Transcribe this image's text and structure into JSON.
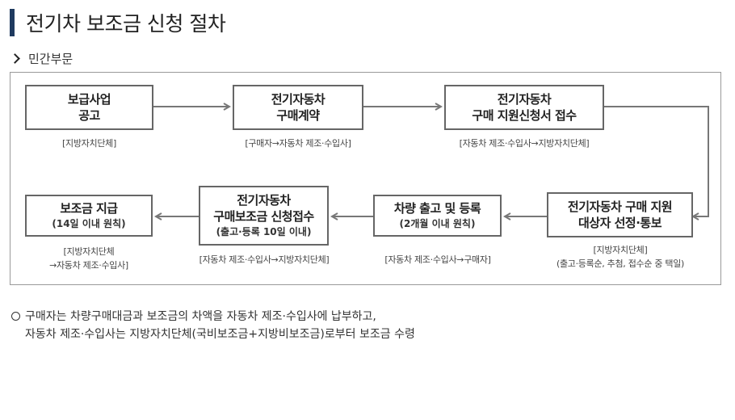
{
  "title": "전기차 보조금 신청 절차",
  "section": "민간부문",
  "steps": [
    {
      "line1": "보급사업",
      "line2": "공고",
      "caption1": "[지방자치단체]",
      "caption2": ""
    },
    {
      "line1": "전기자동차",
      "line2": "구매계약",
      "caption1": "[구매자→자동차 제조·수입사]",
      "caption2": ""
    },
    {
      "line1": "전기자동차",
      "line2": "구매 지원신청서 접수",
      "caption1": "[자동차 제조·수입사→지방자치단체]",
      "caption2": ""
    },
    {
      "line1": "전기자동차 구매 지원",
      "line2": "대상자 선정·통보",
      "caption1": "[지방자치단체]",
      "caption2": "(출고·등록순, 추첨, 접수순 중 택일)"
    },
    {
      "line1": "차량 출고 및 등록",
      "line2": "(2개월 이내 원칙)",
      "caption1": "[자동차 제조·수입사→구매자]",
      "caption2": ""
    },
    {
      "line1": "전기자동차",
      "line2": "구매보조금 신청접수",
      "line3": "(출고·등록 10일 이내)",
      "caption1": "[자동차 제조·수입사→지방자치단체]",
      "caption2": ""
    },
    {
      "line1": "보조금 지급",
      "line2": "(14일 이내 원칙)",
      "caption1": "[지방자치단체",
      "caption2": "→자동차 제조·수입사]"
    }
  ],
  "note": {
    "line1": "구매자는 차량구매대금과 보조금의 차액을 자동차 제조·수입사에 납부하고,",
    "line2": "자동차 제조·수입사는 지방자치단체(국비보조금+지방비보조금)로부터 보조금 수령"
  },
  "colors": {
    "title_bar": "#1f3a5f",
    "border": "#666666",
    "arrow": "#777777",
    "frame": "#999999"
  },
  "icons": {
    "section_marker": "chevron-right-icon",
    "note_marker": "circle-bullet-icon"
  }
}
